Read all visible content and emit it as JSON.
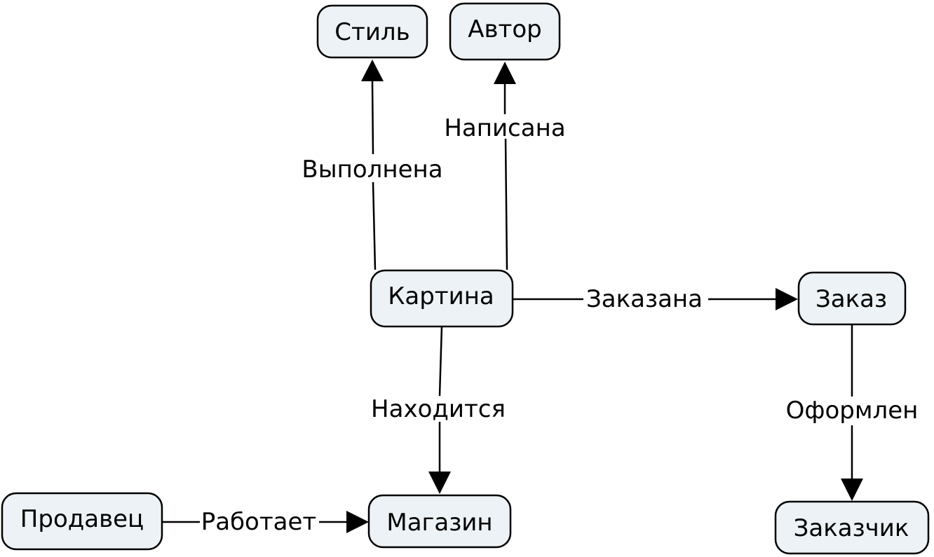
{
  "diagram": {
    "colors": {
      "node_fill": "#ecf2f5",
      "stroke": "#000000",
      "text": "#000000",
      "background": "#ffffff"
    },
    "nodes": {
      "style": "Стиль",
      "author": "Автор",
      "painting": "Картина",
      "order": "Заказ",
      "seller": "Продавец",
      "shop": "Магазин",
      "customer": "Заказчик"
    },
    "edges": {
      "executed": "Выполнена",
      "written": "Написана",
      "ordered": "Заказана",
      "located": "Находится",
      "formalized": "Оформлен",
      "works": "Работает"
    }
  }
}
